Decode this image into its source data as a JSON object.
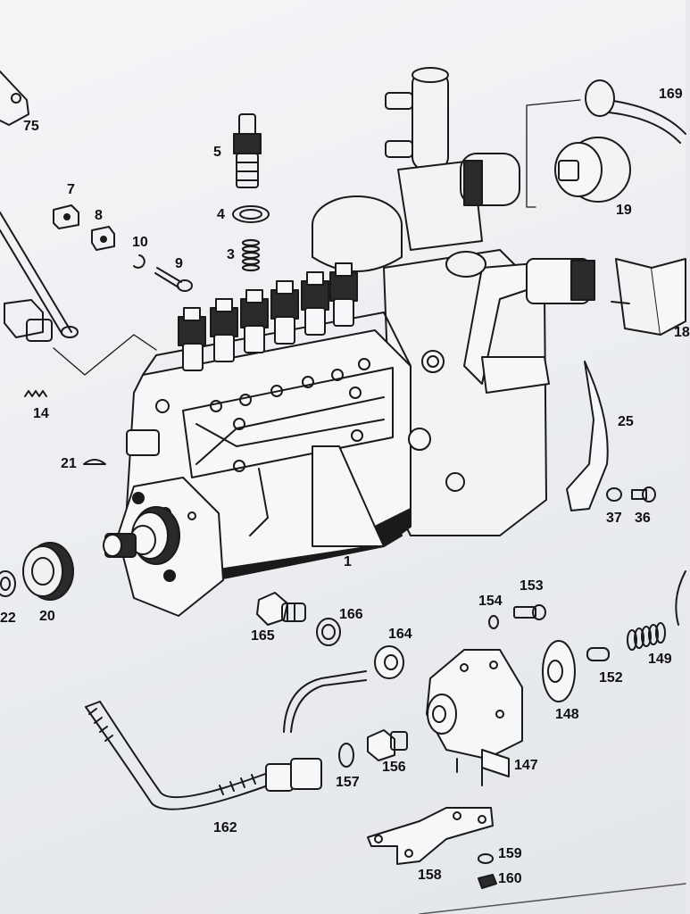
{
  "diagram": {
    "part_labels": [
      {
        "id": "p75",
        "text": "75"
      },
      {
        "id": "p5",
        "text": "5"
      },
      {
        "id": "p4",
        "text": "4"
      },
      {
        "id": "p3",
        "text": "3"
      },
      {
        "id": "p7",
        "text": "7"
      },
      {
        "id": "p8",
        "text": "8"
      },
      {
        "id": "p10",
        "text": "10"
      },
      {
        "id": "p9",
        "text": "9"
      },
      {
        "id": "p14",
        "text": "14"
      },
      {
        "id": "p21",
        "text": "21"
      },
      {
        "id": "p22",
        "text": "22"
      },
      {
        "id": "p20",
        "text": "20"
      },
      {
        "id": "p1",
        "text": "1"
      },
      {
        "id": "p165",
        "text": "165"
      },
      {
        "id": "p166",
        "text": "166"
      },
      {
        "id": "p164",
        "text": "164"
      },
      {
        "id": "p162",
        "text": "162"
      },
      {
        "id": "p157",
        "text": "157"
      },
      {
        "id": "p156",
        "text": "156"
      },
      {
        "id": "p154",
        "text": "154"
      },
      {
        "id": "p153",
        "text": "153"
      },
      {
        "id": "p147",
        "text": "147"
      },
      {
        "id": "p148",
        "text": "148"
      },
      {
        "id": "p152",
        "text": "152"
      },
      {
        "id": "p149",
        "text": "149"
      },
      {
        "id": "p158",
        "text": "158"
      },
      {
        "id": "p159",
        "text": "159"
      },
      {
        "id": "p160",
        "text": "160"
      },
      {
        "id": "p169",
        "text": "169"
      },
      {
        "id": "p19",
        "text": "19"
      },
      {
        "id": "p18",
        "text": "18"
      },
      {
        "id": "p25",
        "text": "25"
      },
      {
        "id": "p37",
        "text": "37"
      },
      {
        "id": "p36",
        "text": "36"
      }
    ]
  }
}
